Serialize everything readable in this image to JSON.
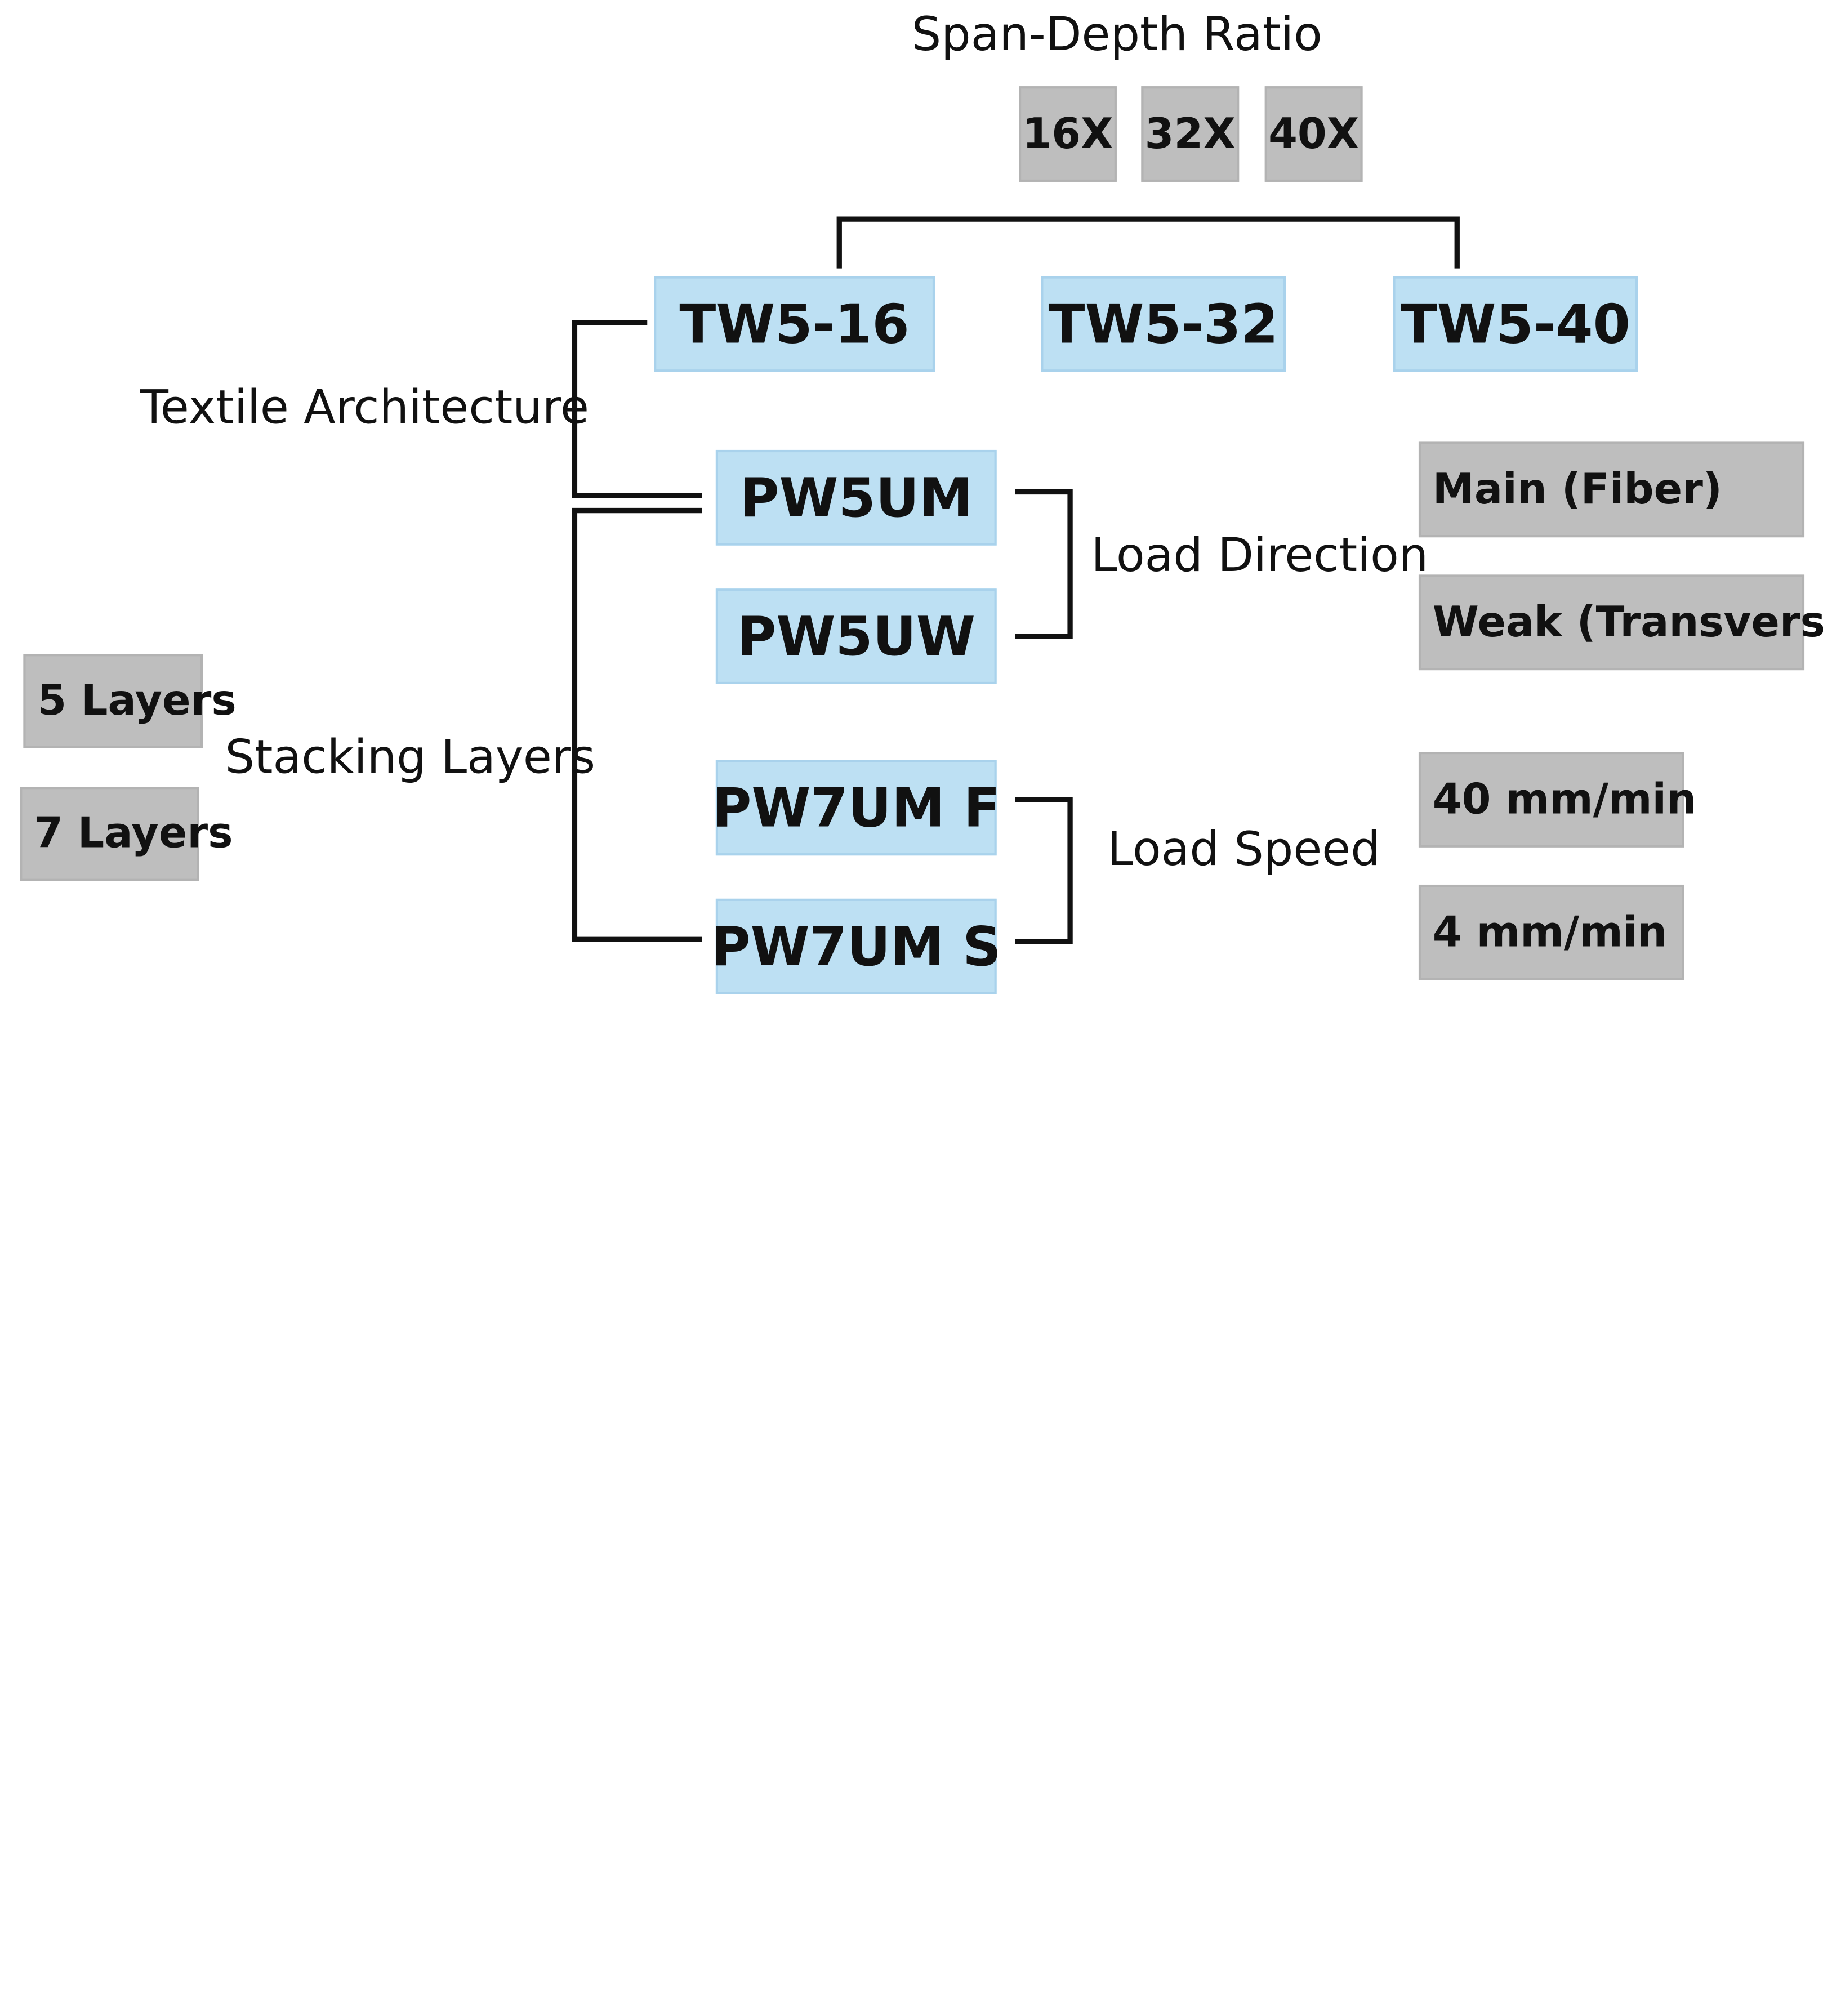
{
  "span_depth": {
    "title": "Span-Depth Ratio",
    "options": [
      "16X",
      "32X",
      "40X"
    ],
    "specimens": [
      "TW5-16",
      "TW5-32",
      "TW5-40"
    ]
  },
  "textile_architecture": {
    "label": "Textile Architecture"
  },
  "load_direction": {
    "label": "Load Direction",
    "specimens": [
      "PW5UM",
      "PW5UW"
    ],
    "options": [
      "Main (Fiber)",
      "Weak (Transverse)"
    ]
  },
  "stacking_layers": {
    "label": "Stacking Layers",
    "options": [
      "5 Layers",
      "7 Layers"
    ]
  },
  "load_speed": {
    "label": "Load Speed",
    "specimens": [
      "PW7UM F",
      "PW7UM S"
    ],
    "options": [
      "40 mm/min",
      "4 mm/min"
    ]
  },
  "colors": {
    "specimen_fill": "#bde0f3",
    "option_fill": "#bebebe",
    "line": "#111111"
  }
}
